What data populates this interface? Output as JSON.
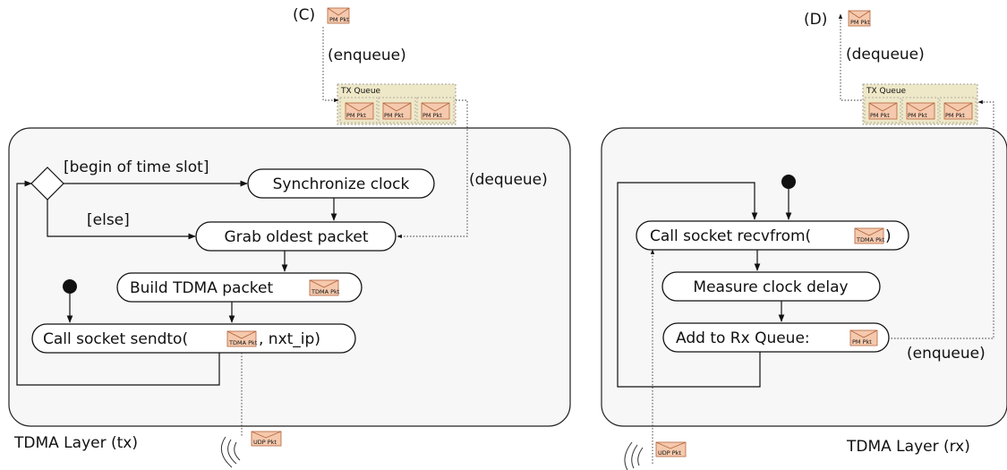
{
  "tx": {
    "layer_label": "TDMA Layer (tx)",
    "endpoint_label": "(C)",
    "enqueue_label": "(enqueue)",
    "dequeue_label": "(dequeue)",
    "queue_title": "TX Queue",
    "queue_items": [
      "PM Pkt",
      "PM Pkt",
      "PM Pkt"
    ],
    "endpoint_packet": "PM Pkt",
    "guard_begin": "[begin of time slot]",
    "guard_else": "[else]",
    "step_sync": "Synchronize clock",
    "step_grab": "Grab oldest packet",
    "step_build": "Build TDMA packet",
    "step_build_packet": "TDMA Pkt",
    "step_send_pre": "Call socket sendto(",
    "step_send_packet": "TDMA Pkt",
    "step_send_post": ", nxt_ip)",
    "udp_packet": "UDP Pkt"
  },
  "rx": {
    "layer_label": "TDMA Layer (rx)",
    "endpoint_label": "(D)",
    "dequeue_label": "(dequeue)",
    "enqueue_label": "(enqueue)",
    "queue_title": "TX Queue",
    "queue_items": [
      "PM Pkt",
      "PM Pkt",
      "PM Pkt"
    ],
    "endpoint_packet": "PM Pkt",
    "step_recv_pre": "Call socket recvfrom(",
    "step_recv_packet": "TDMA Pkt",
    "step_recv_post": ")",
    "step_measure": "Measure clock delay",
    "step_add": "Add to Rx Queue:",
    "step_add_packet": "PM Pkt",
    "udp_packet": "UDP Pkt"
  },
  "colors": {
    "packet_fill": "#f5c9ad",
    "packet_stroke": "#b3643c",
    "queue_fill": "#efe8c8",
    "layer_fill": "#f7f7f7"
  }
}
